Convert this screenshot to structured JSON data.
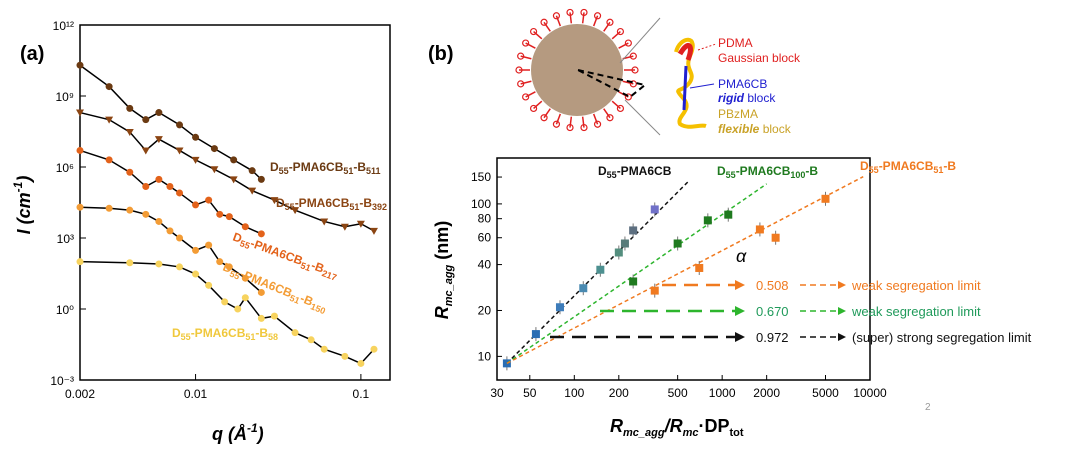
{
  "page_number": "2",
  "chart_data": [
    {
      "panel_label": "(a)",
      "type": "scatter",
      "xscale": "log",
      "yscale": "log",
      "xlabel": "q (Å⁻¹)",
      "ylabel": "I (cm⁻¹)",
      "xlim": [
        0.002,
        0.15
      ],
      "ylim": [
        0.001,
        1000000000000
      ],
      "x_ticks": [
        "0.002",
        "0.01",
        "0.1"
      ],
      "y_ticks": [
        "10¹²",
        "10⁹",
        "10⁶",
        "10³",
        "10⁰",
        "10⁻³"
      ],
      "grid": false,
      "series": [
        {
          "name": "D55-PMA6CB51-B511",
          "color": "#6b3a12",
          "marker": "circle",
          "x": [
            0.002,
            0.003,
            0.004,
            0.005,
            0.006,
            0.008,
            0.01,
            0.013,
            0.017,
            0.022,
            0.025
          ],
          "y": [
            20000000000.0,
            2500000000.0,
            300000000.0,
            100000000.0,
            200000000.0,
            60000000.0,
            18000000.0,
            6000000.0,
            2000000.0,
            700000.0,
            300000.0
          ]
        },
        {
          "name": "D55-PMA6CB51-B392",
          "color": "#8b4513",
          "marker": "triangle-down",
          "x": [
            0.002,
            0.003,
            0.004,
            0.005,
            0.006,
            0.008,
            0.01,
            0.013,
            0.017,
            0.022,
            0.03,
            0.04,
            0.06,
            0.08,
            0.1,
            0.12
          ],
          "y": [
            200000000.0,
            100000000.0,
            30000000.0,
            5000000.0,
            15000000.0,
            5000000.0,
            2000000.0,
            800000.0,
            300000.0,
            100000.0,
            40000.0,
            15000.0,
            5000.0,
            3000.0,
            4000.0,
            2000.0
          ]
        },
        {
          "name": "D55-PMA6CB51-B217",
          "color": "#e3621a",
          "marker": "circle",
          "x": [
            0.002,
            0.003,
            0.004,
            0.005,
            0.006,
            0.007,
            0.008,
            0.01,
            0.012,
            0.014,
            0.016,
            0.02,
            0.025
          ],
          "y": [
            5000000.0,
            2000000.0,
            600000.0,
            150000.0,
            300000.0,
            150000.0,
            80000.0,
            25000.0,
            40000.0,
            10000.0,
            8000.0,
            3000.0,
            1500.0
          ]
        },
        {
          "name": "D55-PMA6CB51-B150",
          "color": "#f39c35",
          "marker": "circle",
          "x": [
            0.002,
            0.003,
            0.004,
            0.005,
            0.006,
            0.007,
            0.008,
            0.01,
            0.012,
            0.014,
            0.016,
            0.02,
            0.025
          ],
          "y": [
            20000.0,
            18000.0,
            15000.0,
            10000.0,
            5000.0,
            2000.0,
            1000.0,
            300.0,
            500.0,
            100.0,
            60.0,
            20.0,
            5.0
          ]
        },
        {
          "name": "D55-PMA6CB51-B58",
          "color": "#f7d35e",
          "marker": "circle",
          "x": [
            0.002,
            0.004,
            0.006,
            0.008,
            0.01,
            0.012,
            0.015,
            0.018,
            0.02,
            0.025,
            0.03,
            0.04,
            0.05,
            0.06,
            0.08,
            0.1,
            0.12
          ],
          "y": [
            100.0,
            90.0,
            80.0,
            60.0,
            30.0,
            10.0,
            2.0,
            1.0,
            3.0,
            0.4,
            0.5,
            0.1,
            0.05,
            0.02,
            0.01,
            0.005,
            0.02
          ]
        }
      ]
    },
    {
      "panel_label": "(b)",
      "type": "scatter",
      "xscale": "log",
      "yscale": "log",
      "xlabel_parts": [
        "R",
        "mc_agg",
        "/R",
        "mc",
        "·DP",
        "tot"
      ],
      "ylabel_parts": [
        "R",
        "mc_agg",
        " (nm)"
      ],
      "xlim": [
        30,
        10000
      ],
      "ylim": [
        7,
        200
      ],
      "x_ticks": [
        "30",
        "50",
        "100",
        "200",
        "500",
        "1000",
        "2000",
        "5000",
        "10000"
      ],
      "y_ticks": [
        "10",
        "20",
        "40",
        "60",
        "80",
        "100",
        "150"
      ],
      "grid": false,
      "series": [
        {
          "name": "D55-PMA6CB",
          "color": "#111111",
          "x": [
            35,
            55,
            80,
            115,
            150,
            200,
            220,
            250,
            350
          ],
          "y": [
            9,
            14,
            21,
            28,
            37,
            48,
            55,
            67,
            92
          ],
          "point_colors": [
            "#2a6db3",
            "#2a6db3",
            "#3d7cba",
            "#4a8ab1",
            "#4d9090",
            "#548e7e",
            "#587c7a",
            "#5d6f80",
            "#7070c8"
          ],
          "fit_slope": "0.972",
          "fit_label": "(super) strong segregation limit"
        },
        {
          "name": "D55-PMA6CB100-B",
          "color": "#1f7a1f",
          "x": [
            250,
            500,
            800,
            1100
          ],
          "y": [
            31,
            55,
            78,
            85
          ],
          "fit_slope": "0.670",
          "fit_label": "weak segregation limit"
        },
        {
          "name": "D55-PMA6CB51-B",
          "color": "#f07a20",
          "x": [
            350,
            700,
            1800,
            2300,
            5000
          ],
          "y": [
            27,
            38,
            68,
            60,
            108
          ],
          "fit_slope": "0.508",
          "fit_label": "weak segregation limit"
        }
      ],
      "alpha_label": "α"
    }
  ],
  "schematic": {
    "pdma_line1": "PDMA",
    "pdma_line2": "Gaussian block",
    "pma6cb_line1": "PMA6CB",
    "pma6cb_word": "rigid",
    "pma6cb_rest": " block",
    "pbzma_line1": "PBzMA",
    "pbzma_word": "flexible",
    "pbzma_rest": " block"
  }
}
